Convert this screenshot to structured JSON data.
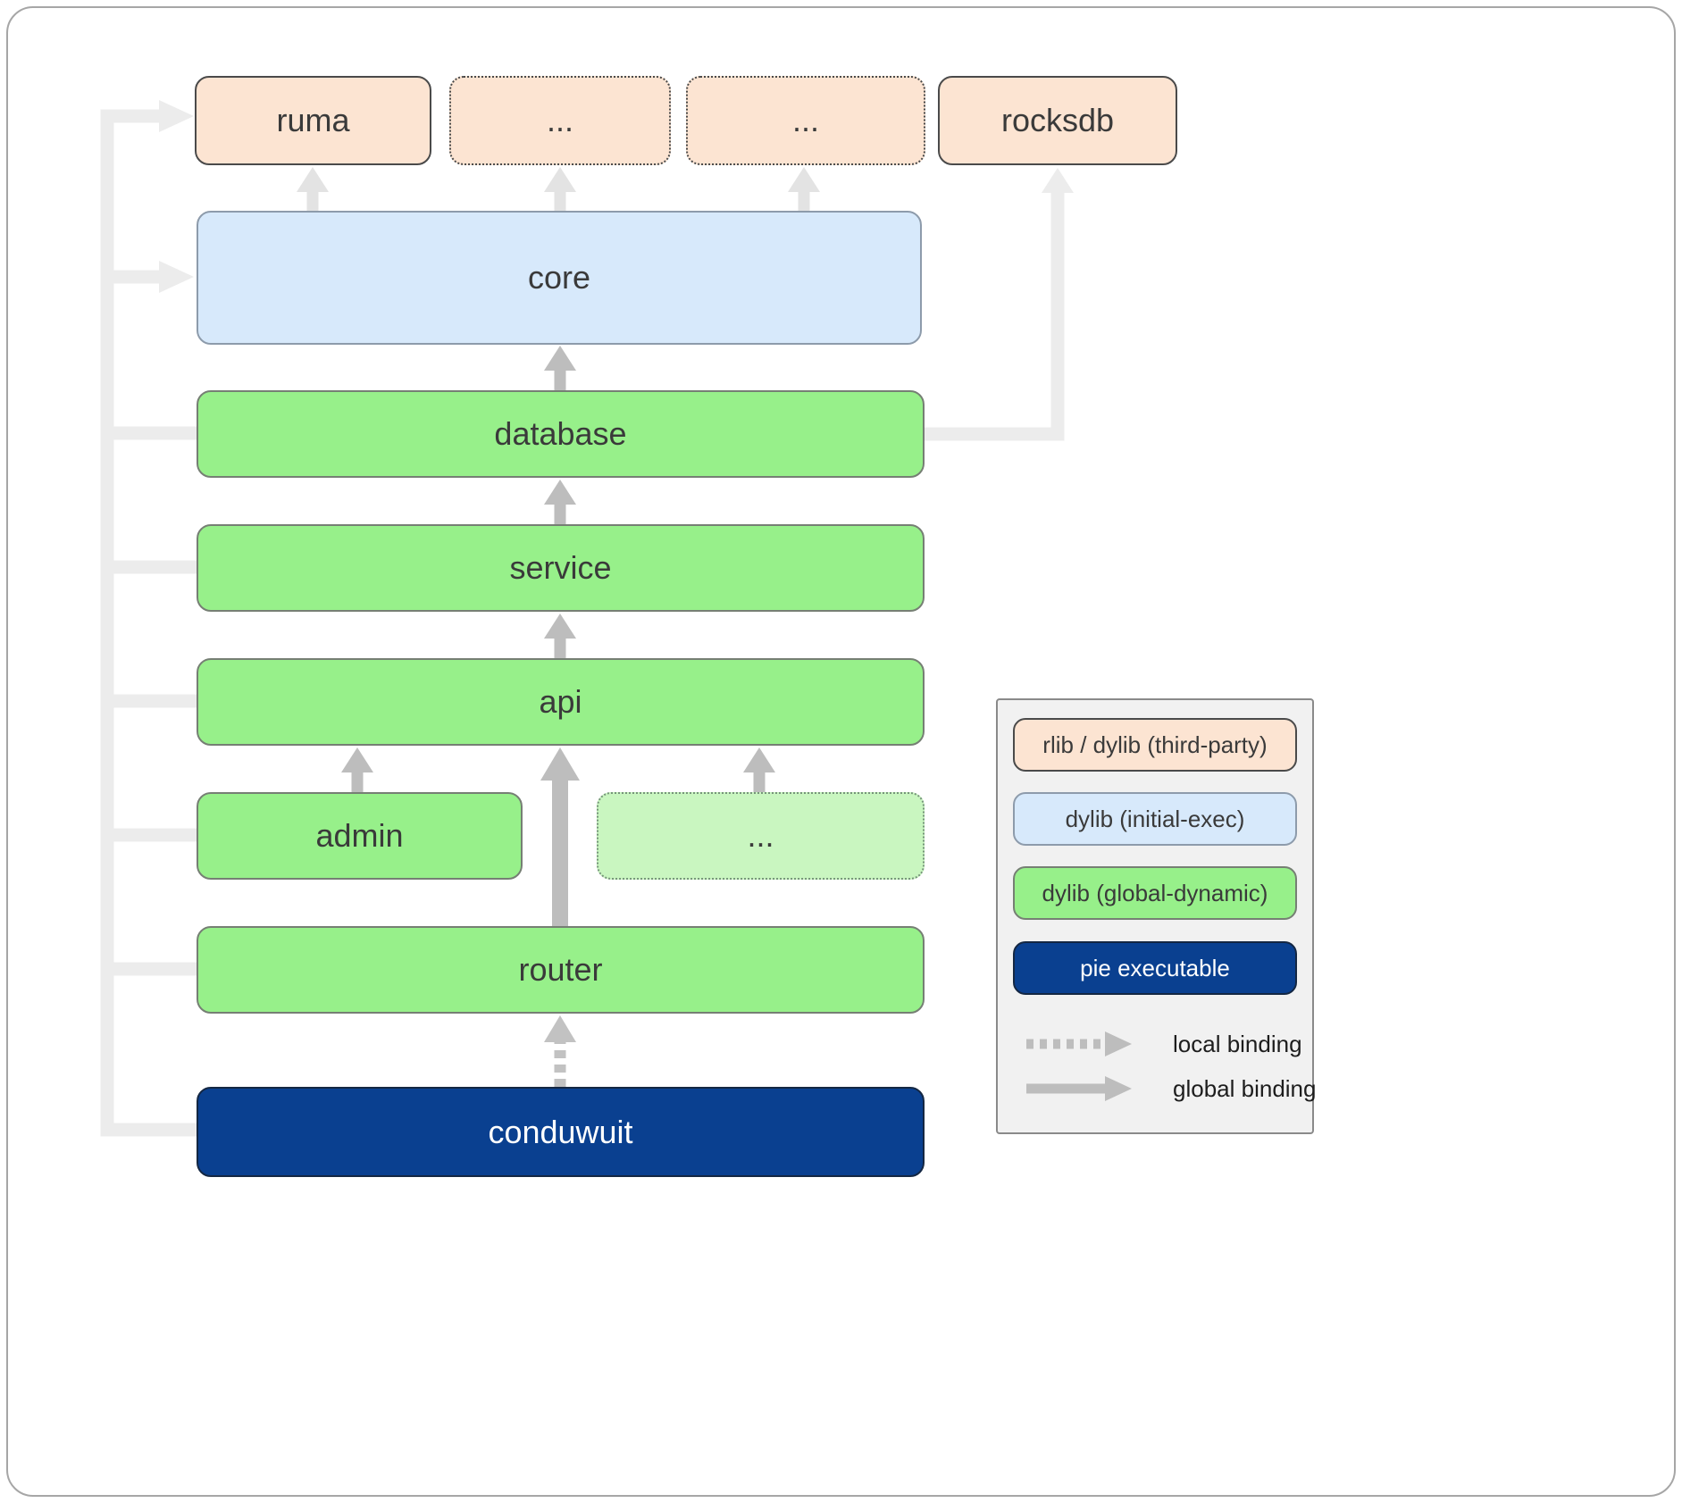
{
  "diagram": {
    "nodes": {
      "ruma": "ruma",
      "dots_top_1": "...",
      "dots_top_2": "...",
      "rocksdb": "rocksdb",
      "core": "core",
      "database": "database",
      "service": "service",
      "api": "api",
      "admin": "admin",
      "dots_mid": "...",
      "router": "router",
      "conduwuit": "conduwuit"
    },
    "legend": {
      "items": [
        {
          "label": "rlib / dylib (third-party)"
        },
        {
          "label": "dylib (initial-exec)"
        },
        {
          "label": "dylib (global-dynamic)"
        },
        {
          "label": "pie executable"
        }
      ],
      "bindings": [
        {
          "label": "local binding"
        },
        {
          "label": "global binding"
        }
      ]
    },
    "colors": {
      "third_party": "#fce4d2",
      "initial_exec": "#d7e9fb",
      "global_dynamic": "#97f08a",
      "global_dynamic_light": "#c9f6c0",
      "pie_executable": "#0a4090",
      "arrow_gray": "#bdbdbd",
      "light_line_gray": "#ececec"
    }
  }
}
